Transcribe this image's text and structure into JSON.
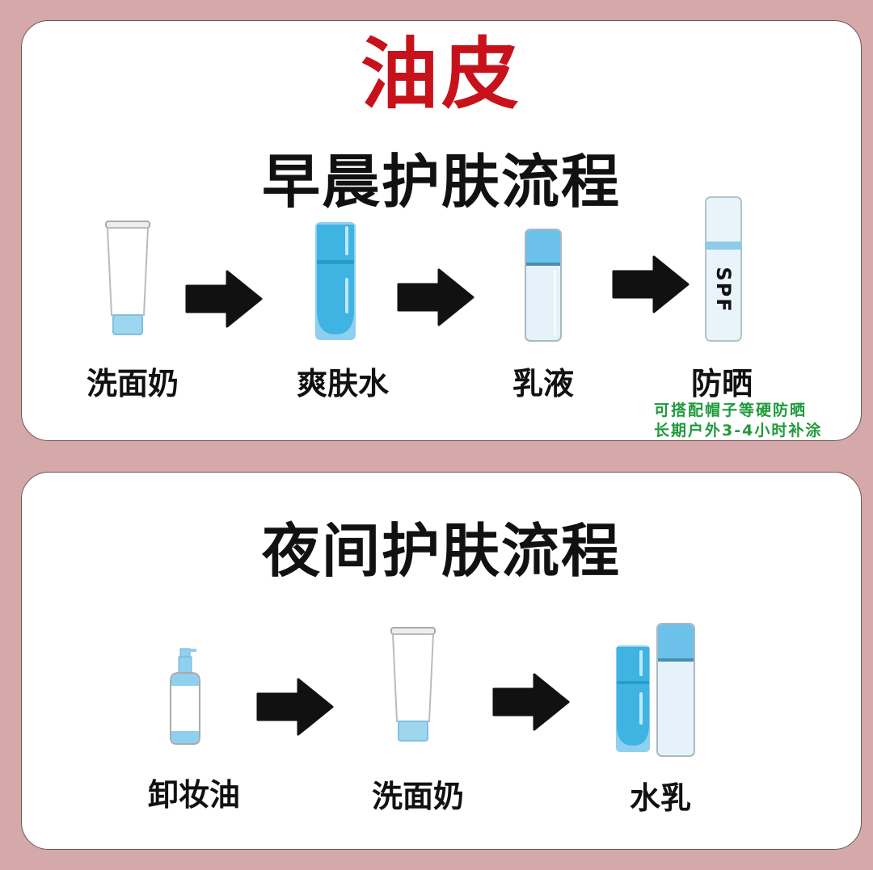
{
  "morning": {
    "title_top": "油皮",
    "title": "早晨护肤流程",
    "steps": [
      {
        "label": "洗面奶",
        "icon": "cleanser-tube-icon"
      },
      {
        "label": "爽肤水",
        "icon": "toner-bottle-icon"
      },
      {
        "label": "乳液",
        "icon": "lotion-bottle-icon"
      },
      {
        "label": "防晒",
        "icon": "sunscreen-bottle-icon",
        "badge": "SPF"
      }
    ],
    "note_lines": [
      "可搭配帽子等硬防晒",
      "长期户外3-4小时补涂"
    ]
  },
  "night": {
    "title": "夜间护肤流程",
    "steps": [
      {
        "label": "卸妆油",
        "icon": "cleansing-oil-pump-icon"
      },
      {
        "label": "洗面奶",
        "icon": "cleanser-tube-icon"
      },
      {
        "label": "水乳",
        "icon": "toner-lotion-set-icon"
      }
    ]
  },
  "colors": {
    "background": "#d5a9a9",
    "title_red": "#c8121b",
    "note_green": "#1f9a3c",
    "bottle_blue": "#3fb3e2",
    "light_blue": "#8fd0ee"
  }
}
